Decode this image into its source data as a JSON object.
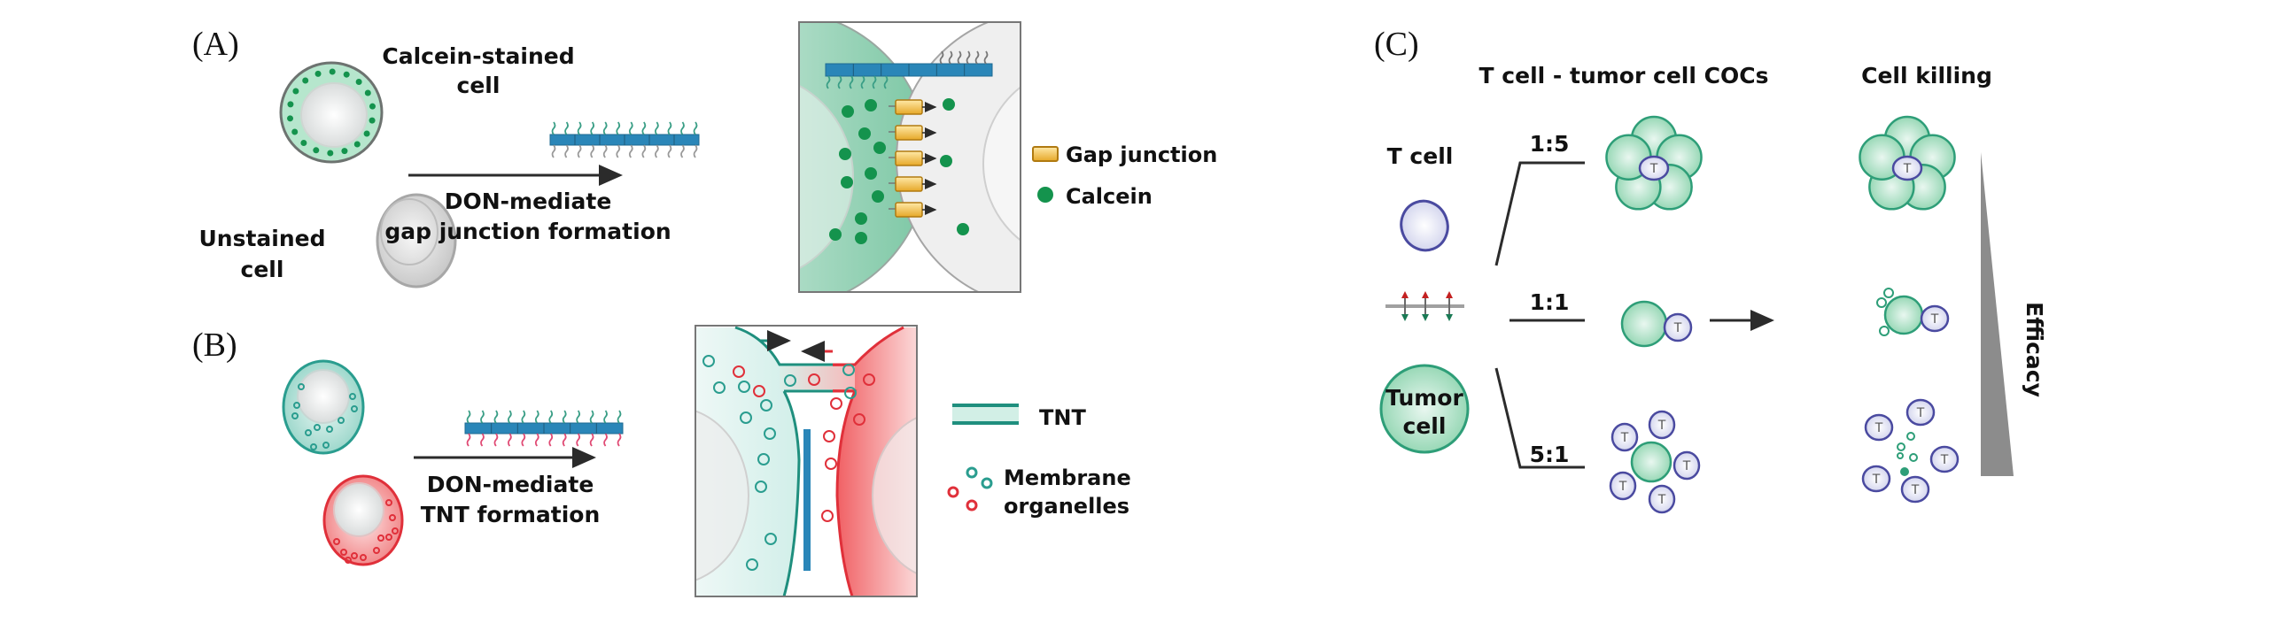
{
  "panels": {
    "A": {
      "label": "(A)",
      "stained_cell_label": [
        "Calcein-stained",
        "cell"
      ],
      "unstained_cell_label": [
        "Unstained",
        "cell"
      ],
      "arrow_label": [
        "DON-mediate",
        "gap junction formation"
      ],
      "legend": [
        {
          "icon": "gap-junction-icon",
          "label": "Gap junction"
        },
        {
          "icon": "calcein-dot-icon",
          "label": "Calcein"
        }
      ]
    },
    "B": {
      "label": "(B)",
      "arrow_label": [
        "DON-mediate",
        "TNT formation"
      ],
      "legend": [
        {
          "icon": "tnt-icon",
          "label": "TNT"
        },
        {
          "icon": "membrane-organelles-icon",
          "label": [
            "Membrane",
            "organelles"
          ]
        }
      ]
    },
    "C": {
      "label": "(C)",
      "col_headers": {
        "cocs": "T cell - tumor cell COCs",
        "killing": "Cell killing"
      },
      "t_cell_label": "T cell",
      "tumor_cell_label": [
        "Tumor",
        "cell"
      ],
      "t_marker": "T",
      "ratios": [
        "1:5",
        "1:1",
        "5:1"
      ],
      "efficacy_label": "Efficacy"
    }
  },
  "colors": {
    "green": "#2e9e78",
    "green_fill": "#a8dcc3",
    "dot_green": "#14934d",
    "red": "#e0303a",
    "red_fill": "#f59a9c",
    "teal": "#2a9d8f",
    "dna_blue": "#2a86b8",
    "tcell_purple": "#4a4aa0",
    "gap_orange": "#e6a828"
  }
}
